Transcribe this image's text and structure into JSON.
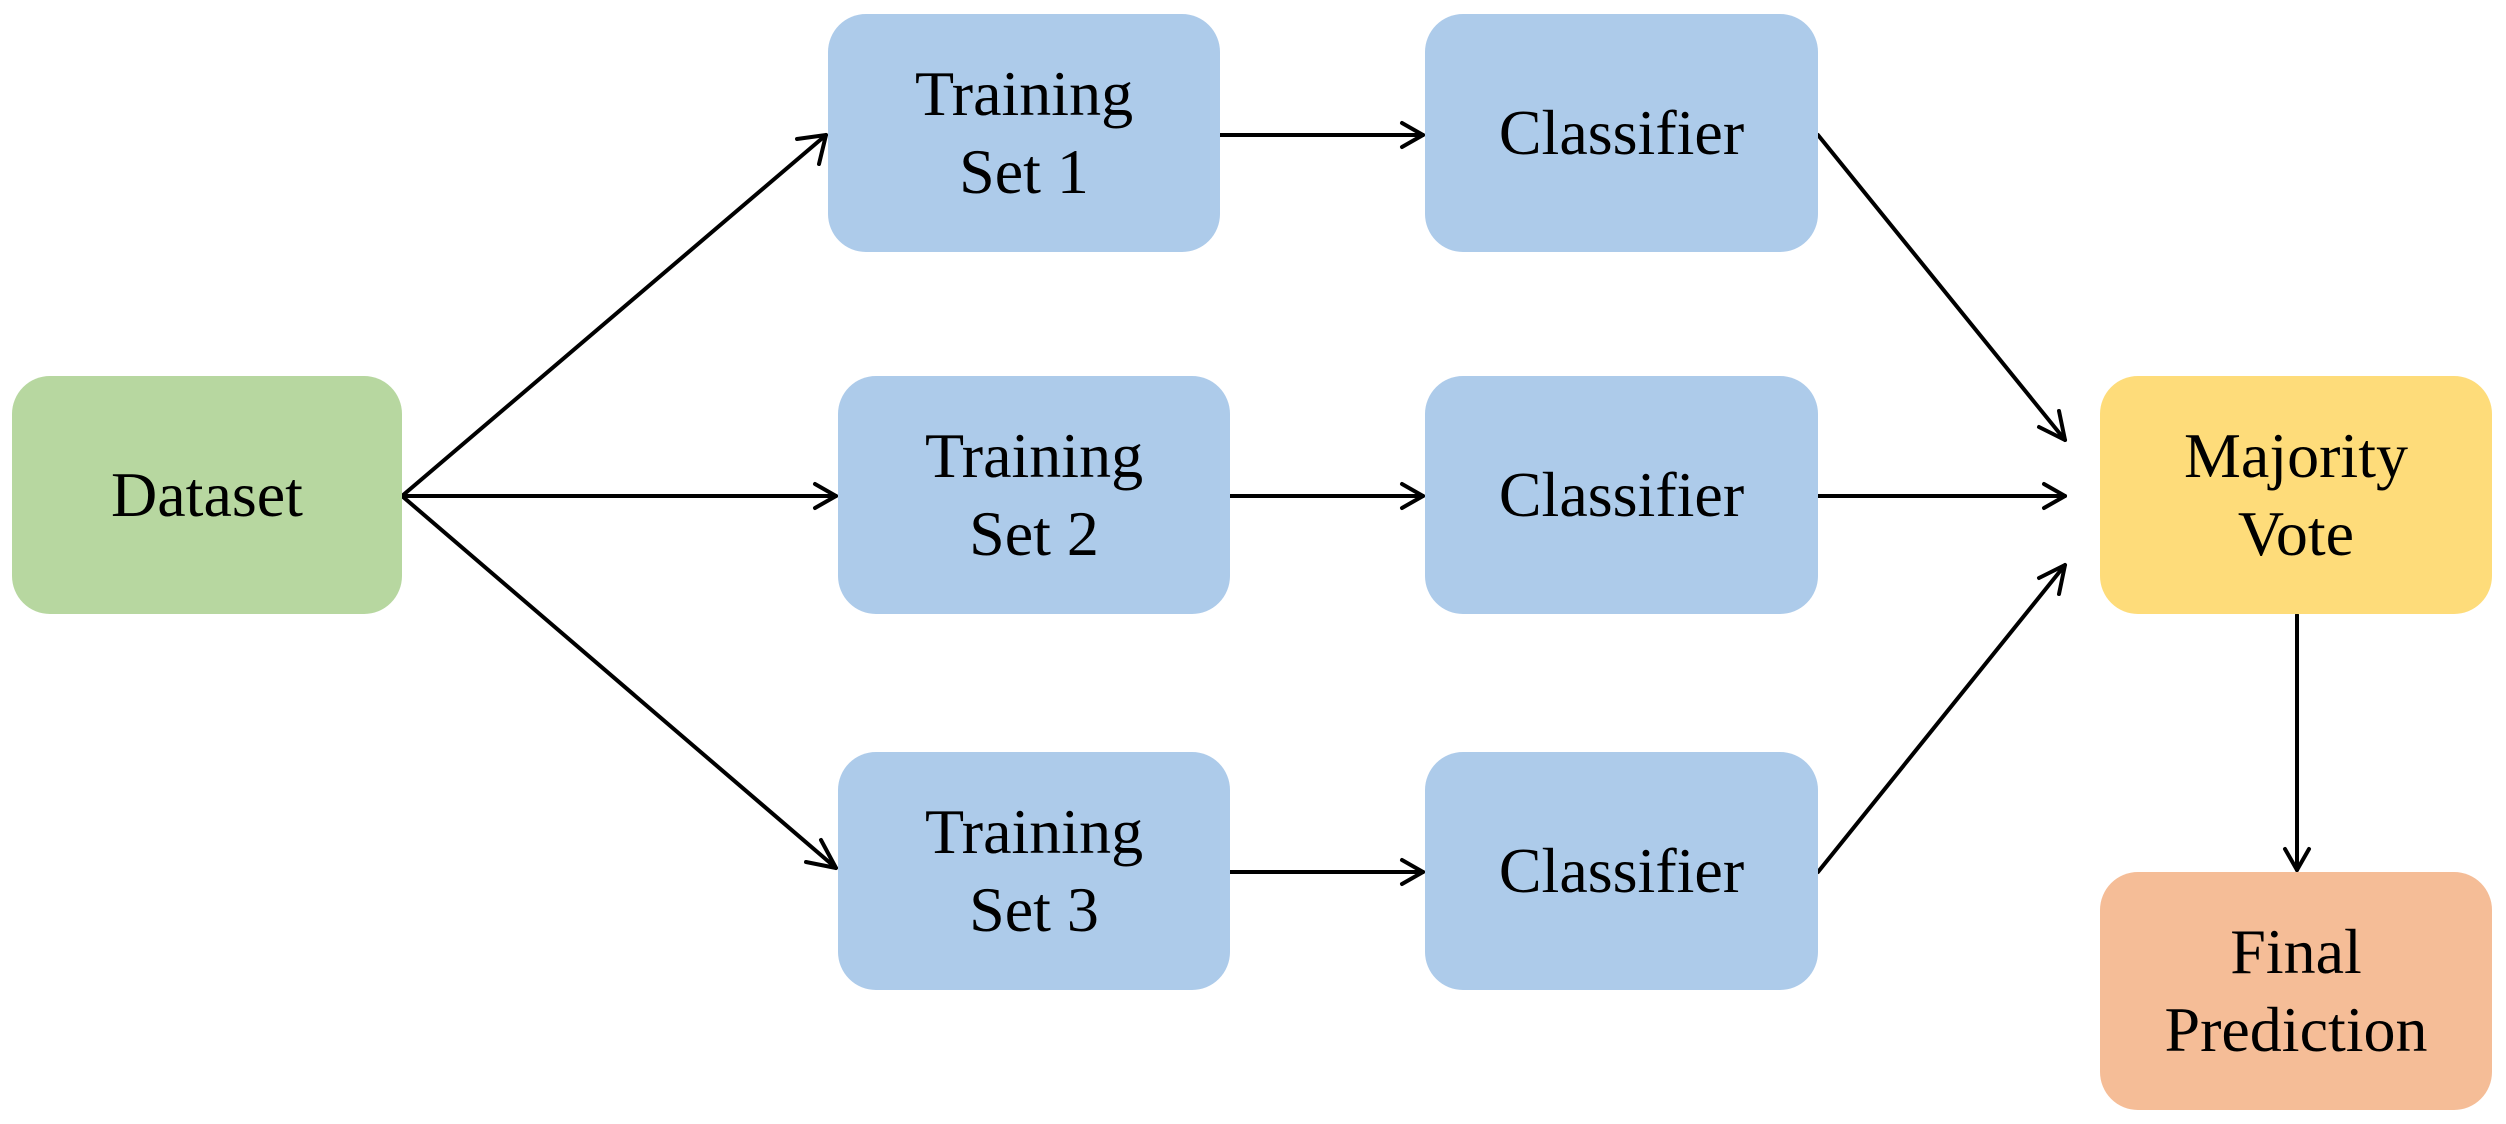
{
  "diagram": {
    "dataset": {
      "label": "Dataset",
      "color": "#b7d7a0"
    },
    "training_sets": [
      {
        "line1": "Training",
        "line2": "Set 1"
      },
      {
        "line1": "Training",
        "line2": "Set 2"
      },
      {
        "line1": "Training",
        "line2": "Set 3"
      }
    ],
    "classifiers": [
      {
        "label": "Classifier"
      },
      {
        "label": "Classifier"
      },
      {
        "label": "Classifier"
      }
    ],
    "majority_vote": {
      "line1": "Majority",
      "line2": "Vote",
      "color": "#fedc7a"
    },
    "final_prediction": {
      "line1": "Final",
      "line2": "Prediction",
      "color": "#f5bd97"
    },
    "box_color": "#adcbea",
    "arrow_color": "#000000"
  }
}
